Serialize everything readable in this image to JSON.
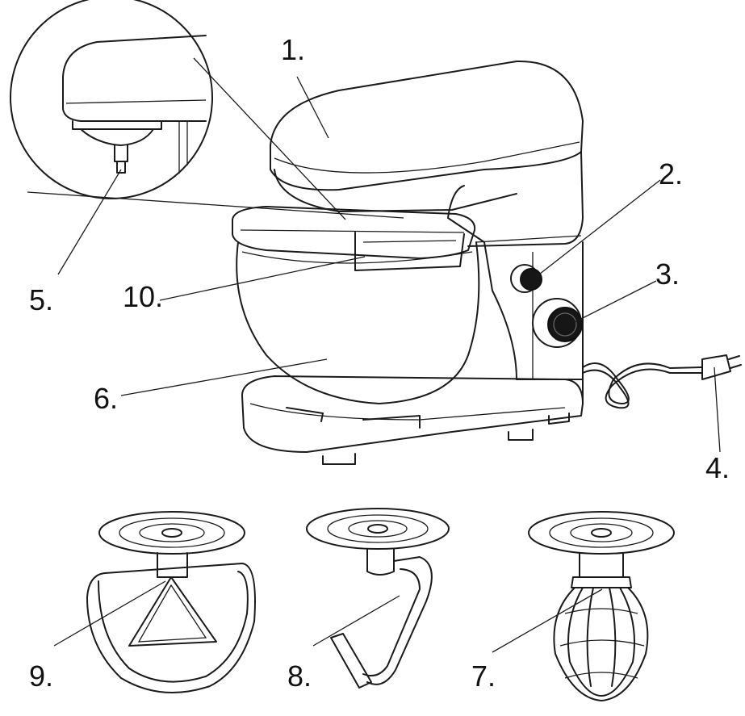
{
  "labels": {
    "l1": "1.",
    "l2": "2.",
    "l3": "3.",
    "l4": "4.",
    "l5": "5.",
    "l6": "6.",
    "l7": "7.",
    "l8": "8.",
    "l9": "9.",
    "l10": "10."
  },
  "colors": {
    "line": "#1a1a1a",
    "background": "#ffffff"
  }
}
